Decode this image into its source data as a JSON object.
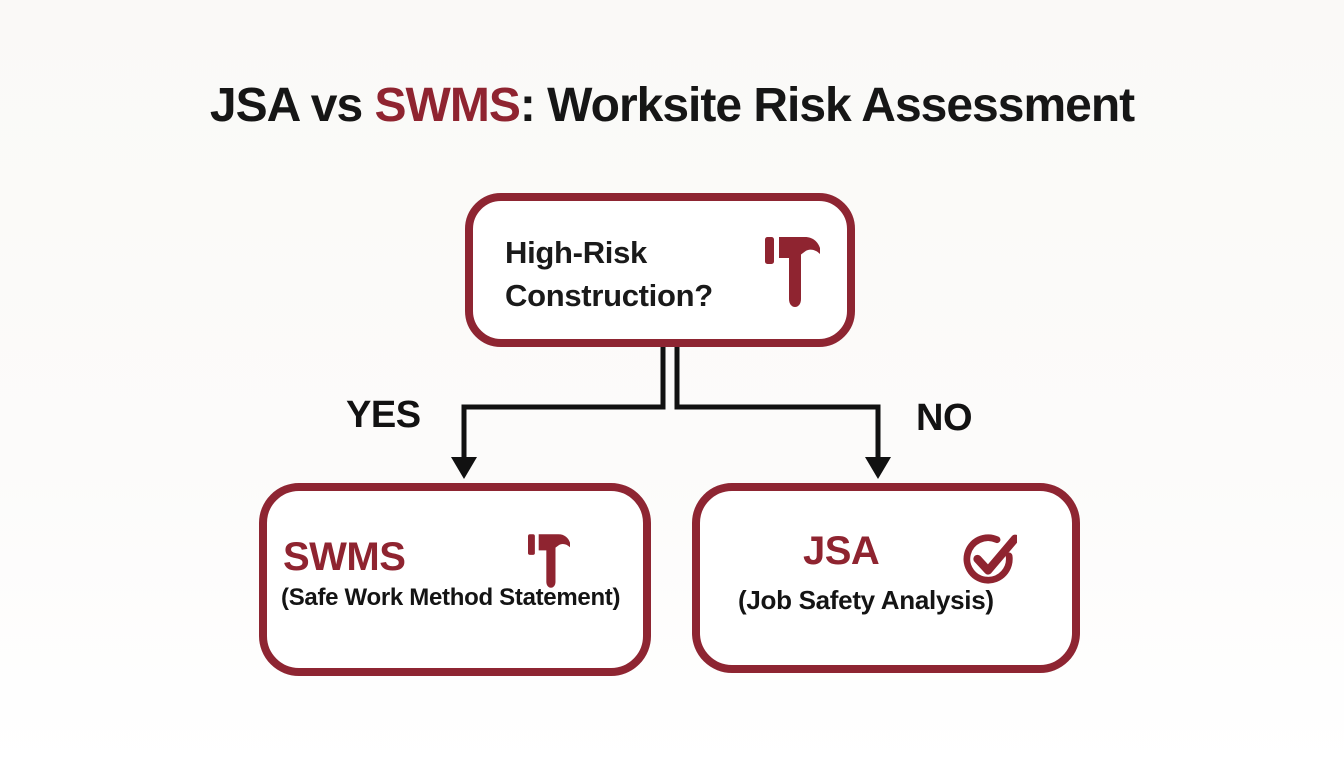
{
  "title": {
    "prefix": "JSA vs ",
    "highlight": "SWMS",
    "suffix": ": Worksite Risk Assessment"
  },
  "decision_node": {
    "label_line1": "High-Risk",
    "label_line2": "Construction?",
    "icon": "hammer-icon"
  },
  "branch_labels": {
    "yes": "YES",
    "no": "NO"
  },
  "outcome_nodes": [
    {
      "id": "swms",
      "abbr": "SWMS",
      "full_name": "(Safe Work Method Statement)",
      "icon": "hammer-icon"
    },
    {
      "id": "jsa",
      "abbr": "JSA",
      "full_name": "(Job Safety Analysis)",
      "icon": "check-circle-icon"
    }
  ],
  "colors": {
    "maroon_border": "#8e2532",
    "maroon_accent": "#8f2430",
    "text_black": "#161616",
    "line_black": "#111111",
    "background": "#fbfaf8",
    "node_background": "#ffffff"
  }
}
